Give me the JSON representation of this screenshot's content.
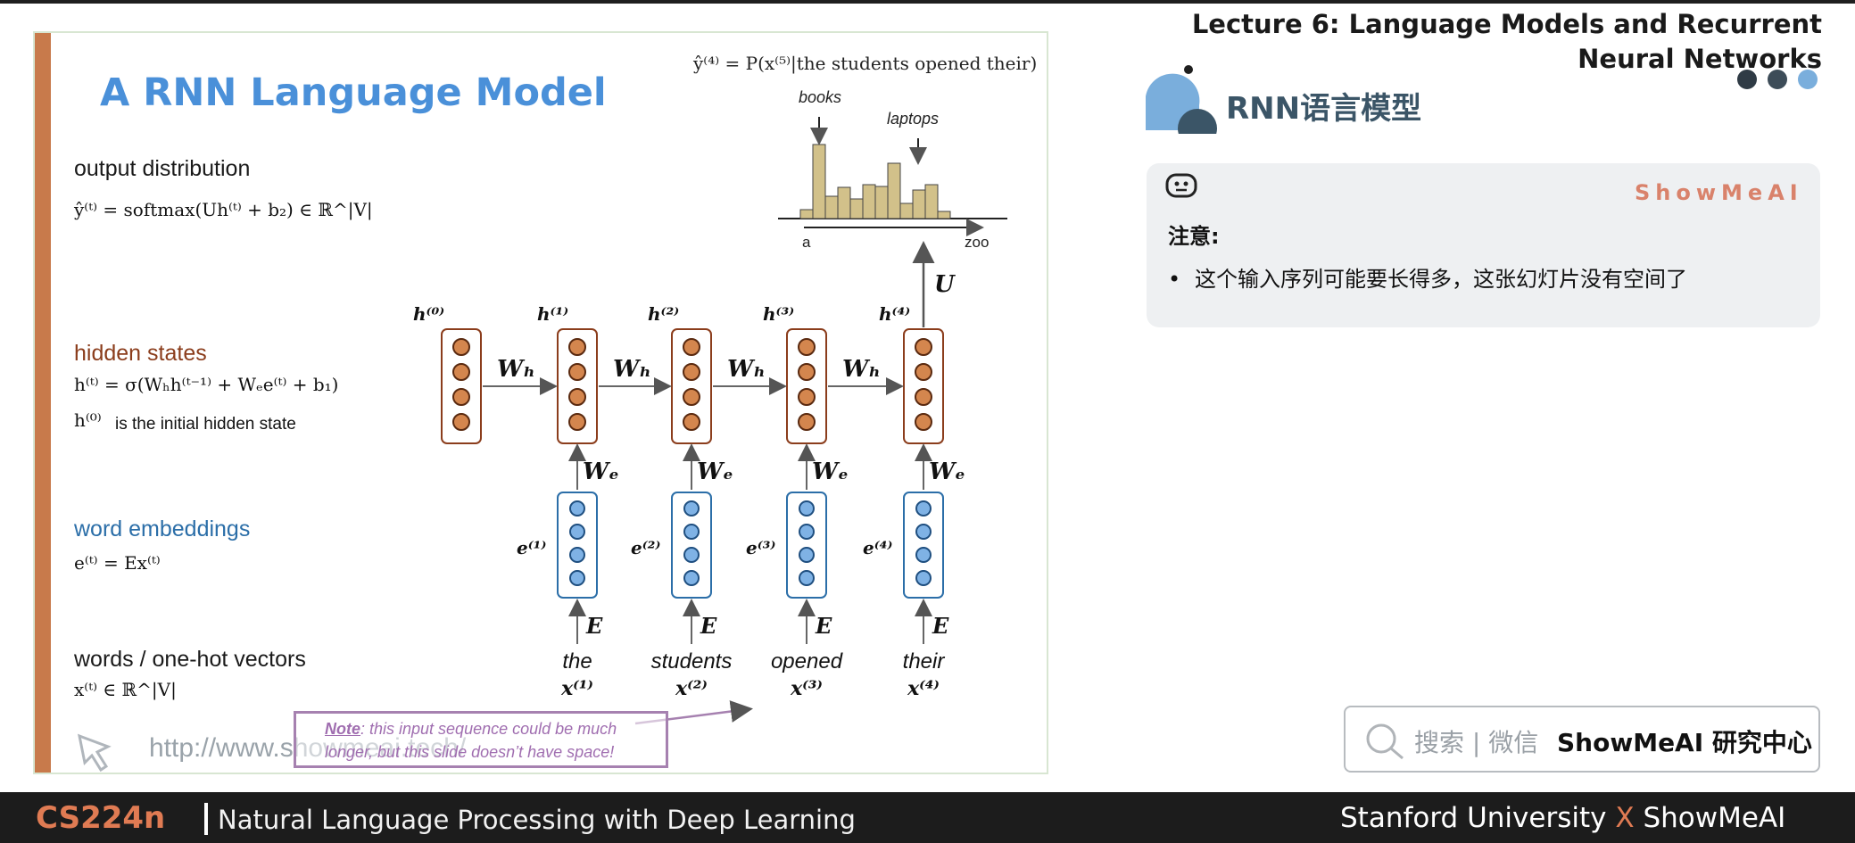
{
  "slide": {
    "title": "A RNN Language Model",
    "top_formula": "ŷ⁽⁴⁾ = P(x⁽⁵⁾|the students opened their)",
    "histogram": {
      "label_books": "books",
      "label_laptops": "laptops",
      "axis_start": "a",
      "axis_end": "zoo"
    },
    "sections": {
      "output_label": "output distribution",
      "output_eq": "ŷ⁽ᵗ⁾ = softmax(Uh⁽ᵗ⁾ + b₂) ∈ ℝ^|V|",
      "hidden_label": "hidden states",
      "hidden_eq": "h⁽ᵗ⁾ = σ(Wₕh⁽ᵗ⁻¹⁾ + Wₑe⁽ᵗ⁾ + b₁)",
      "hidden_note_sym": "h⁽⁰⁾",
      "hidden_note": "is the initial hidden state",
      "embed_label": "word embeddings",
      "embed_eq": "e⁽ᵗ⁾ = Ex⁽ᵗ⁾",
      "words_label": "words / one-hot vectors",
      "words_eq": "x⁽ᵗ⁾ ∈ ℝ^|V|"
    },
    "diagram": {
      "h_labels": [
        "h⁽⁰⁾",
        "h⁽¹⁾",
        "h⁽²⁾",
        "h⁽³⁾",
        "h⁽⁴⁾"
      ],
      "e_labels": [
        "e⁽¹⁾",
        "e⁽²⁾",
        "e⁽³⁾",
        "e⁽⁴⁾"
      ],
      "wh_label": "Wₕ",
      "we_label": "Wₑ",
      "e_matrix_label": "E",
      "u_label": "U",
      "words": [
        "the",
        "students",
        "opened",
        "their"
      ],
      "x_labels": [
        "x⁽¹⁾",
        "x⁽²⁾",
        "x⁽³⁾",
        "x⁽⁴⁾"
      ]
    },
    "url": "http://www.showmeai.tech/",
    "note_bold": "Note",
    "note_text": ": this input sequence could be much longer, but this slide doesn’t have space!"
  },
  "panel": {
    "lecture_title": "Lecture 6:  Language Models and Recurrent Neural Networks",
    "section_title": "RNN语言模型",
    "card_brand": "ShowMeAI",
    "card_head": "注意:",
    "card_bullet": "这个输入序列可能要长得多，这张幻灯片没有空间了",
    "search_text": "搜索 | 微信",
    "search_brand": "ShowMeAI 研究中心"
  },
  "bottom": {
    "course": "CS224n",
    "subtitle": "Natural Language Processing with Deep Learning",
    "right_a": "Stanford University",
    "right_x": "X",
    "right_b": "ShowMeAI"
  },
  "colors": {
    "title_blue": "#4a90d9",
    "hidden_brown": "#8b3d1c",
    "embed_blue": "#2b6ea8",
    "note_purple": "#a06eb0",
    "accent_orange": "#e07b53"
  }
}
